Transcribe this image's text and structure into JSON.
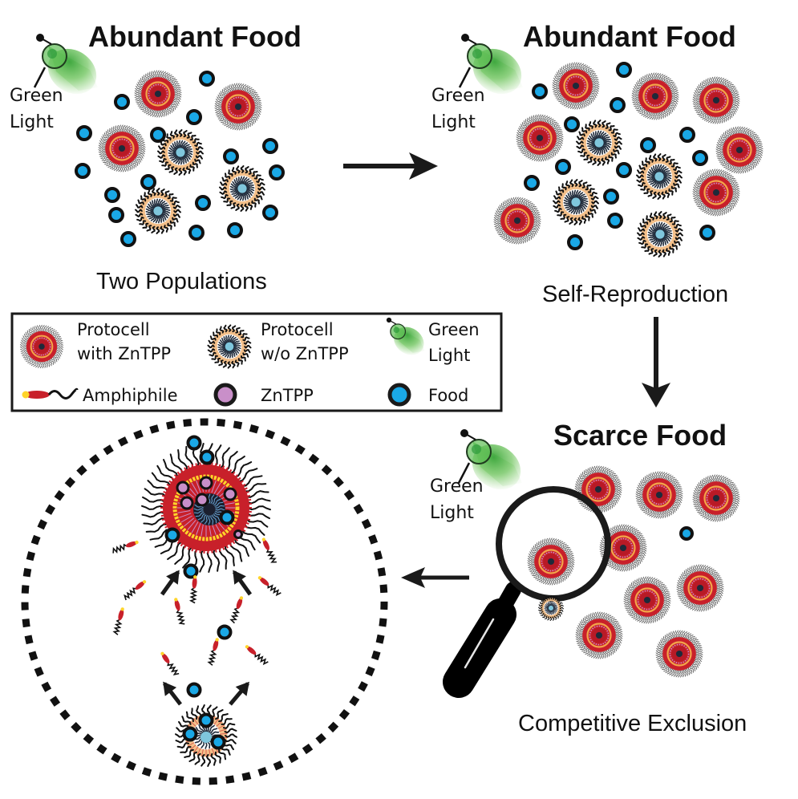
{
  "colors": {
    "membrane_red": "#c8202a",
    "tail_gray": "#555555",
    "tail_black": "#111111",
    "ring_orange": "#f2a64a",
    "ring_peach": "#f4c08a",
    "core_dark": "#1e2a3a",
    "core_cyan": "#7fc6dc",
    "food_blue": "#1aa8e6",
    "zntpp_pink": "#c98fc9",
    "green_light": "#4cb848",
    "head_yellow": "#ffd42a"
  },
  "panels": {
    "top_left": {
      "title": "Abundant Food",
      "light_label_line1": "Green",
      "light_label_line2": "Light",
      "caption": "Two Populations"
    },
    "top_right": {
      "title": "Abundant Food",
      "light_label_line1": "Green",
      "light_label_line2": "Light",
      "caption": "Self-Reproduction"
    },
    "bottom_right": {
      "title": "Scarce Food",
      "light_label_line1": "Green",
      "light_label_line2": "Light",
      "caption": "Competitive Exclusion"
    }
  },
  "legend": {
    "items": [
      {
        "icon": "protocell-with-zntpp-icon",
        "line1": "Protocell",
        "line2": "with ZnTPP"
      },
      {
        "icon": "protocell-without-zntpp-icon",
        "line1": "Protocell",
        "line2": "w/o ZnTPP"
      },
      {
        "icon": "green-light-icon",
        "line1": "Green",
        "line2": "Light"
      },
      {
        "icon": "amphiphile-icon",
        "line1": "Amphiphile",
        "line2": ""
      },
      {
        "icon": "zntpp-icon",
        "line1": "ZnTPP",
        "line2": ""
      },
      {
        "icon": "food-icon",
        "line1": "Food",
        "line2": ""
      }
    ]
  },
  "scenes": {
    "top_left": {
      "protocells_with_zntpp": 3,
      "protocells_without_zntpp": 3,
      "food_particles": 17
    },
    "top_right": {
      "protocells_with_zntpp": 7,
      "protocells_without_zntpp": 4,
      "food_particles": 14
    },
    "bottom_right": {
      "protocells_with_zntpp": 9,
      "protocells_without_zntpp": 1,
      "food_particles": 1
    },
    "detail": {
      "large_protocell_type": "with ZnTPP",
      "small_protocell_type": "w/o ZnTPP",
      "free_amphiphiles": 11
    }
  },
  "flow": [
    "top_left",
    "top_right",
    "bottom_right",
    "detail"
  ]
}
